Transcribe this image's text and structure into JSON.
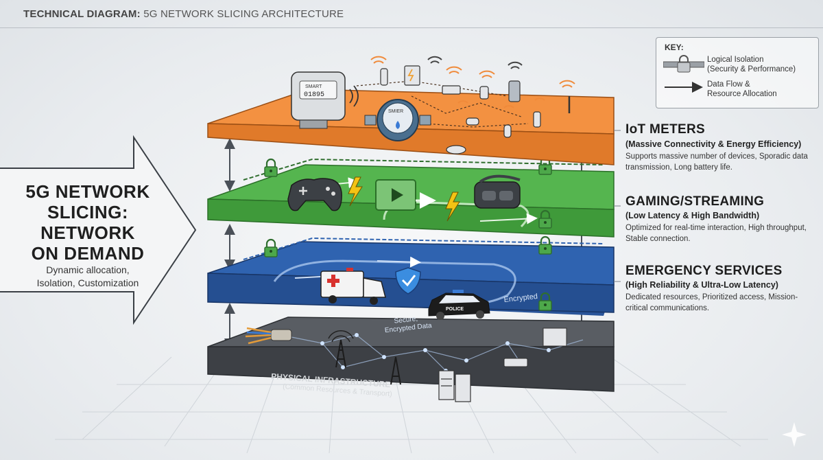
{
  "header": {
    "title_bold": "TECHNICAL DIAGRAM:",
    "title_rest": "5G NETWORK SLICING ARCHITECTURE"
  },
  "key": {
    "title": "KEY:",
    "isolation_label": "Logical Isolation\n(Security & Performance)",
    "flow_label": "Data Flow &\nResource Allocation"
  },
  "left": {
    "title": "5G NETWORK\nSLICING:\nNETWORK\nON DEMAND",
    "subtitle": "Dynamic allocation,\nIsolation, Customization"
  },
  "slices": [
    {
      "title": "IoT METERS",
      "subtitle": "(Massive Connectivity & Energy Efficiency)",
      "description": "Supports massive number of devices, Sporadic data transmission, Long battery life."
    },
    {
      "title": "GAMING/STREAMING",
      "subtitle": "(Low Latency & High Bandwidth)",
      "description": "Optimized for real-time interaction, High throughput, Stable connection."
    },
    {
      "title": "EMERGENCY SERVICES",
      "subtitle": "(High Reliability & Ultra-Low Latency)",
      "description": "Dedicated resources, Prioritized access, Mission-critical communications."
    }
  ],
  "layers": {
    "iot_meter_label": "SMART",
    "iot_meter_digits": "01895",
    "iot_water_label": "SMIER",
    "emergency_encrypted": "Encrypted",
    "emergency_secure": "Secure,\nEncrypted Data",
    "police_label": "POLICE",
    "physical_title": "PHYSICAL INFRASTRUCTURE",
    "physical_subtitle": "(Common Resources & Transport)"
  },
  "colors": {
    "iot": "#f08a3a",
    "gaming": "#4fae4a",
    "emergency": "#2f5fa8",
    "physical": "#4a4d52",
    "lock": "#4da84a"
  }
}
